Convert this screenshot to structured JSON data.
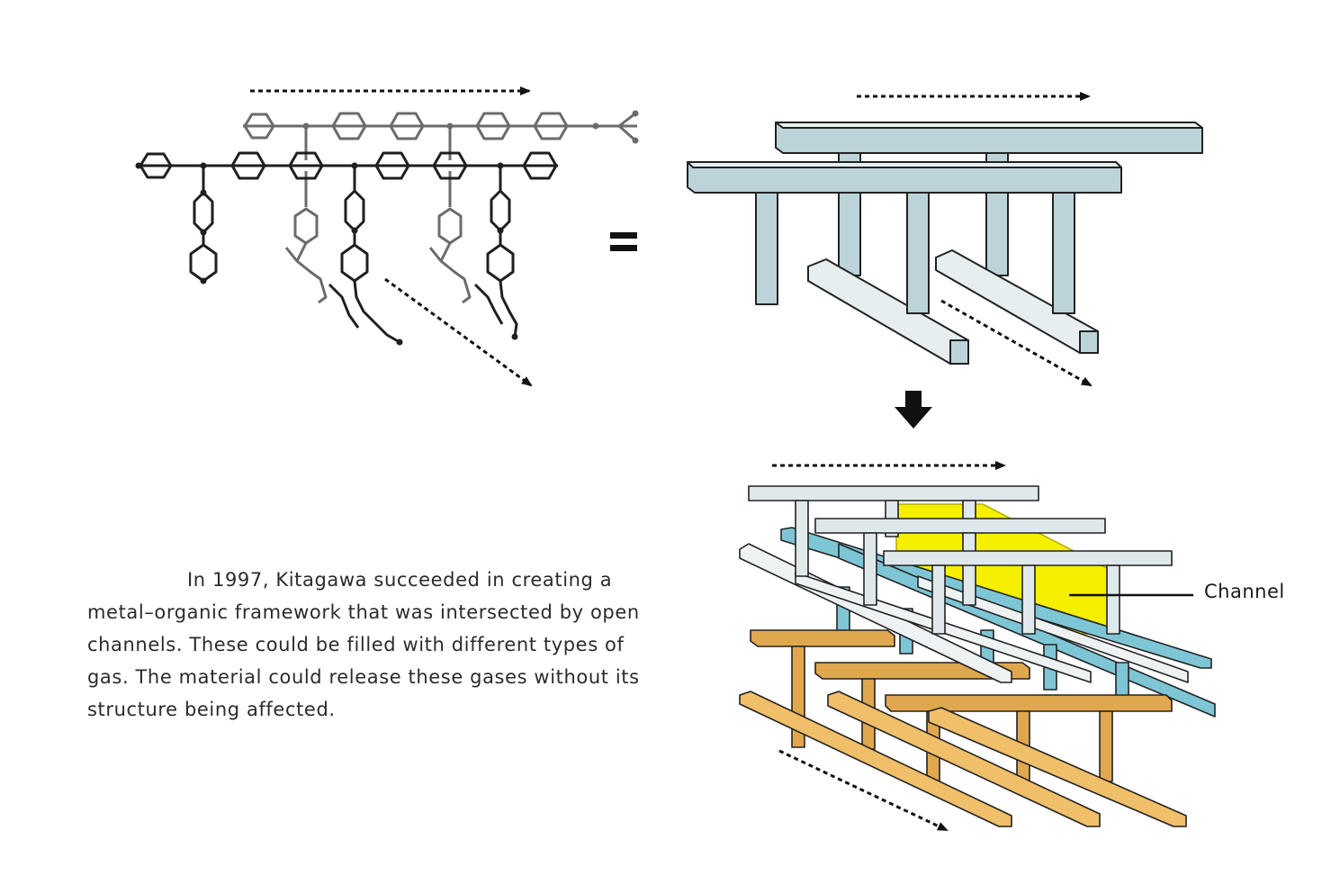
{
  "caption": {
    "lines": [
      "In 1997, Kitagawa succeeded in creating a",
      "metal–organic framework that was intersected by open",
      "channels. These could be filled with different types of",
      "gas. The material could release these gases without its",
      "structure being affected."
    ]
  },
  "labels": {
    "channel": "Channel",
    "equals": "="
  },
  "colors": {
    "molecule_black": "#1f1f1f",
    "molecule_grey": "#6b6b6b",
    "framework_light_blue": "#bcd3d9",
    "framework_cyan": "#7ec6d6",
    "framework_grey_white": "#e8eef0",
    "framework_orange": "#e0a84e",
    "channel_yellow": "#f4f000",
    "outline": "#222222"
  }
}
